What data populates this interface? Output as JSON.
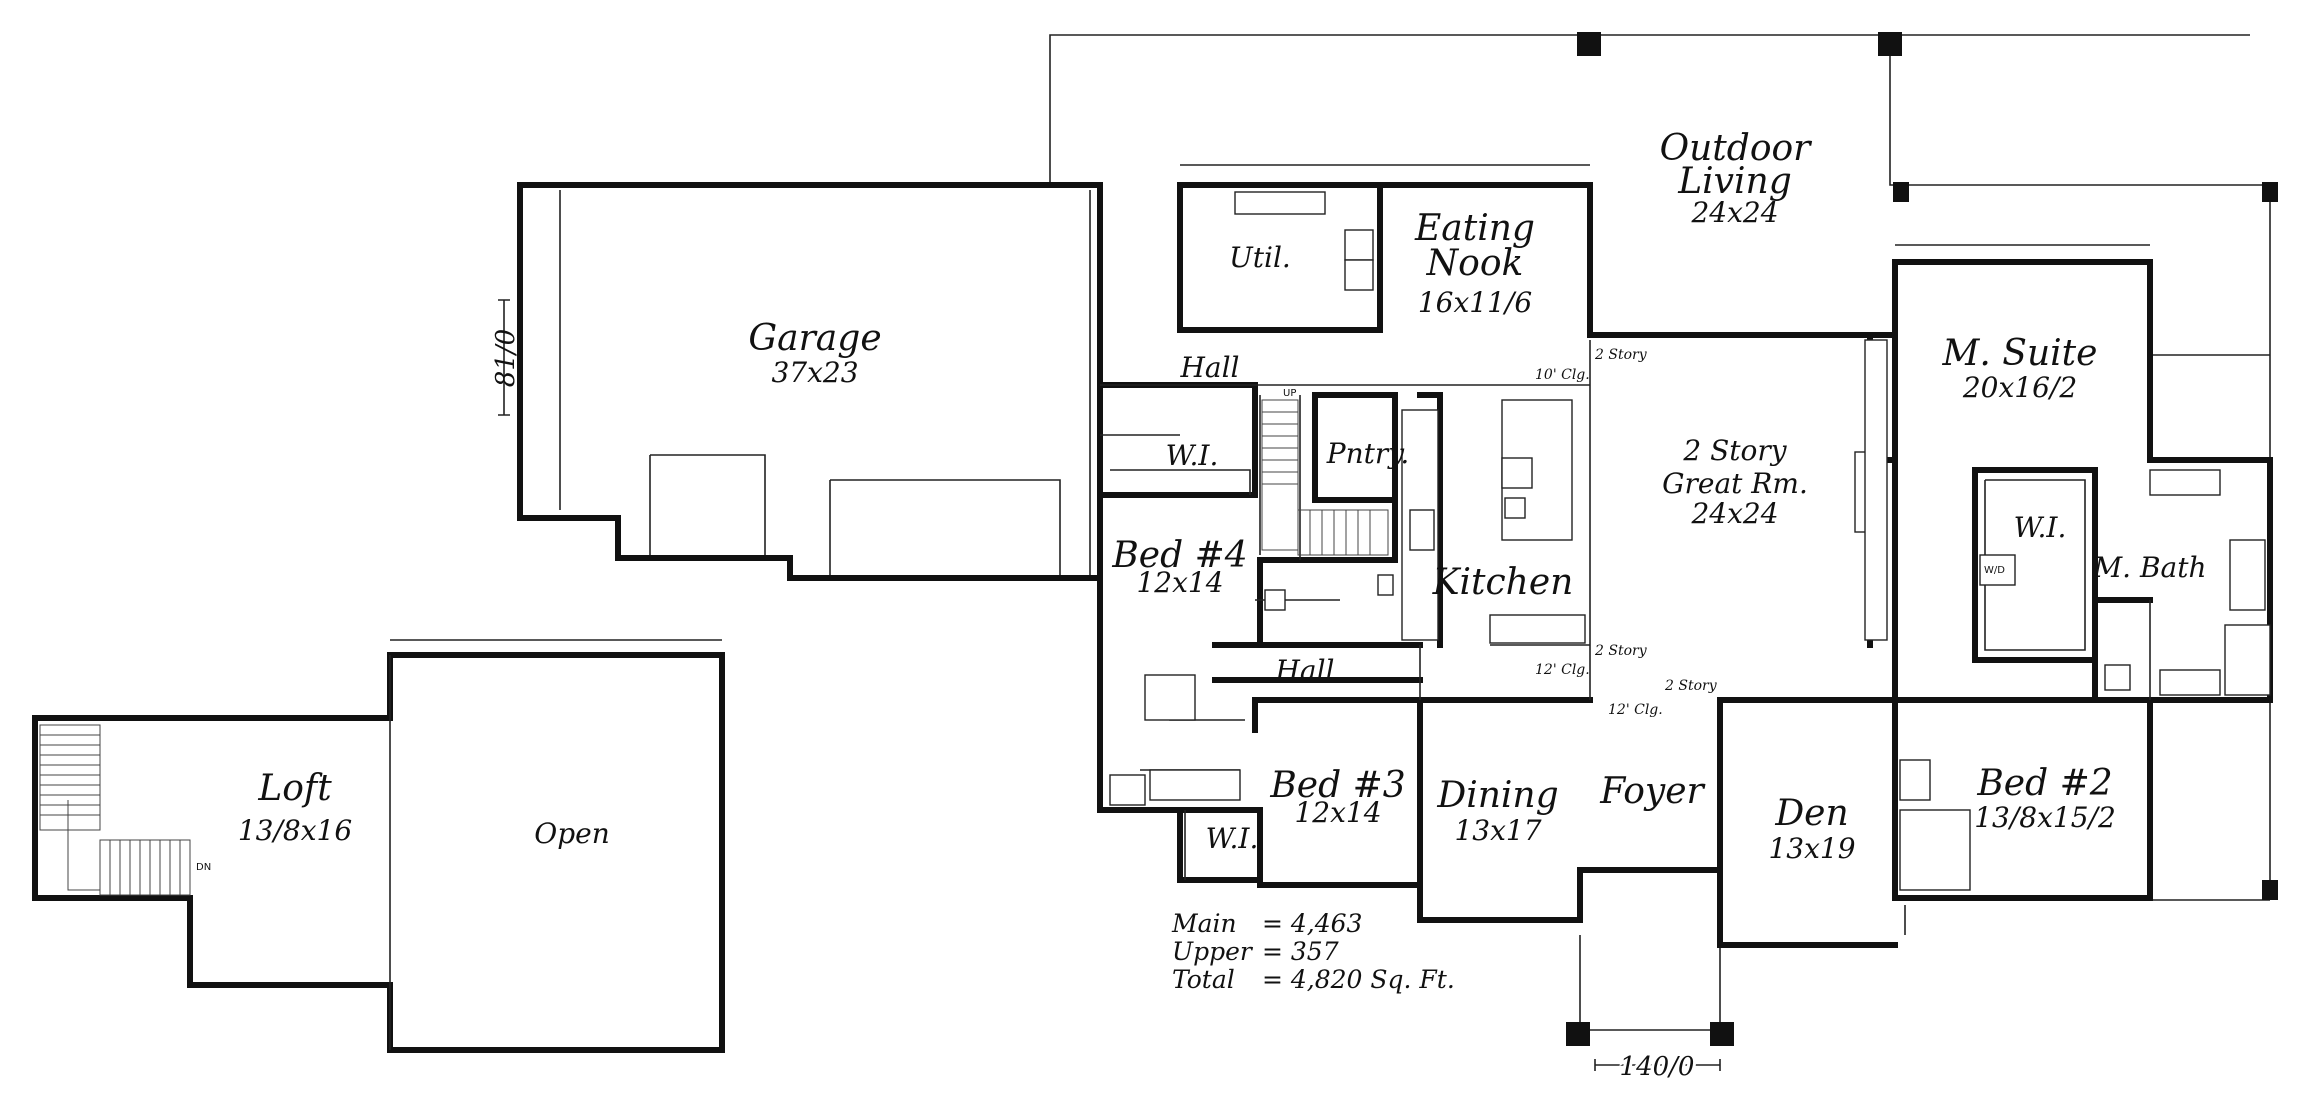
{
  "rooms": {
    "outdoor_living": {
      "name_line1": "Outdoor",
      "name_line2": "Living",
      "dims": "24x24"
    },
    "garage": {
      "name": "Garage",
      "dims": "37x23"
    },
    "util": {
      "name": "Util."
    },
    "eating_nook": {
      "name_line1": "Eating",
      "name_line2": "Nook",
      "dims": "16x11/6"
    },
    "hall_upper": {
      "name": "Hall"
    },
    "hall_lower": {
      "name": "Hall"
    },
    "wi_bed4": {
      "name": "W.I."
    },
    "pantry": {
      "name": "Pntry."
    },
    "great_room": {
      "name_line1": "2 Story",
      "name_line2": "Great Rm.",
      "dims": "24x24"
    },
    "m_suite": {
      "name": "M. Suite",
      "dims": "20x16/2"
    },
    "wi_master": {
      "name": "W.I."
    },
    "m_bath": {
      "name": "M. Bath"
    },
    "bed4": {
      "name": "Bed #4",
      "dims": "12x14"
    },
    "kitchen": {
      "name": "Kitchen"
    },
    "bed3": {
      "name": "Bed #3",
      "dims": "12x14"
    },
    "wi_bed3": {
      "name": "W.I."
    },
    "dining": {
      "name": "Dining",
      "dims": "13x17"
    },
    "foyer": {
      "name": "Foyer"
    },
    "den": {
      "name": "Den",
      "dims": "13x19"
    },
    "bed2": {
      "name": "Bed #2",
      "dims": "13/8x15/2"
    },
    "loft": {
      "name": "Loft",
      "dims": "13/8x16"
    },
    "open": {
      "name": "Open"
    }
  },
  "annotations": {
    "ceiling_10": "10' Clg.",
    "ceiling_12a": "12' Clg.",
    "ceiling_12b": "12' Clg.",
    "two_story_a": "2 Story",
    "two_story_b": "2 Story",
    "two_story_c": "2 Story",
    "stair_up": "UP",
    "stair_dn": "DN",
    "washer_dryer": "W/D"
  },
  "dimensions": {
    "depth": "81/0",
    "width": "140/0"
  },
  "area_summary": {
    "main_label": "Main",
    "main_value": "= 4,463",
    "upper_label": "Upper",
    "upper_value": "=   357",
    "total_label": "Total",
    "total_value": "= 4,820 Sq. Ft."
  }
}
